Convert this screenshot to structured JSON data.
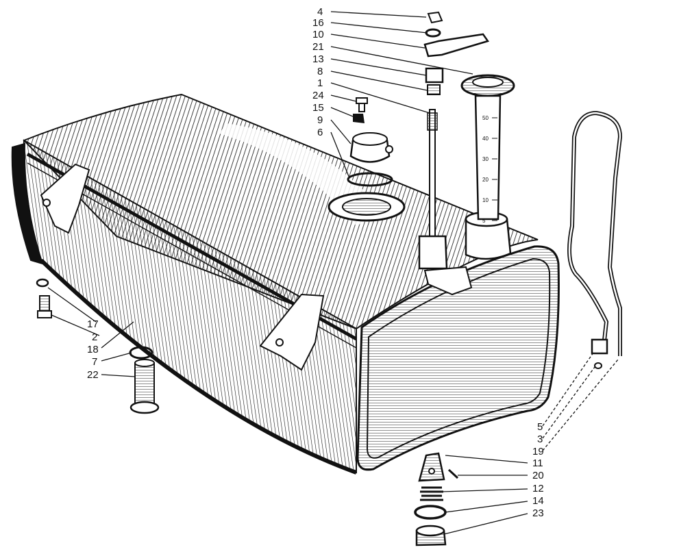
{
  "diagram": {
    "kind": "exploded-parts-view",
    "ink_color": "#111111",
    "paper_color": "#ffffff",
    "gauge_scale": [
      "50",
      "40",
      "30",
      "20",
      "10",
      "5"
    ],
    "callouts": [
      {
        "id": "4"
      },
      {
        "id": "16"
      },
      {
        "id": "10"
      },
      {
        "id": "21"
      },
      {
        "id": "13"
      },
      {
        "id": "8"
      },
      {
        "id": "1"
      },
      {
        "id": "24"
      },
      {
        "id": "15"
      },
      {
        "id": "9"
      },
      {
        "id": "6"
      },
      {
        "id": "17"
      },
      {
        "id": "2"
      },
      {
        "id": "18"
      },
      {
        "id": "7"
      },
      {
        "id": "22"
      },
      {
        "id": "5"
      },
      {
        "id": "3"
      },
      {
        "id": "19"
      },
      {
        "id": "11"
      },
      {
        "id": "20"
      },
      {
        "id": "12"
      },
      {
        "id": "14"
      },
      {
        "id": "23"
      }
    ]
  }
}
